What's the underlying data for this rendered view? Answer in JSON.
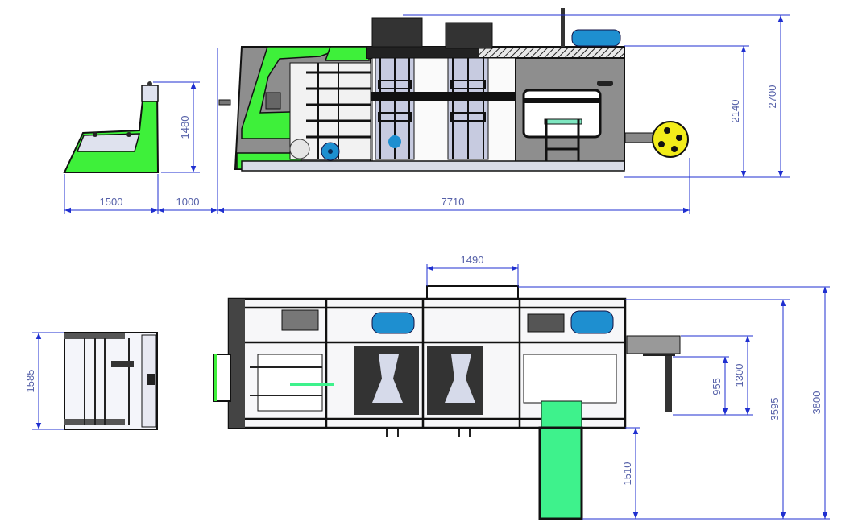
{
  "drawing": {
    "title": "Machine layout drawing - side elevation and top plan view",
    "colors": {
      "dimension_line": "#1f2fd0",
      "dimension_text": "#5560a8",
      "machine_green": "#3ef03a",
      "machine_gray": "#8e8e8e",
      "tank_blue": "#1e8fd0",
      "reel_yellow": "#f2ec1a",
      "conveyor_green": "#3ef28c",
      "frame_black": "#111111"
    },
    "side_view": {
      "dimensions": {
        "stacker_width": "1500",
        "gap": "1000",
        "machine_length": "7710",
        "stacker_height": "1480",
        "frame_height": "2140",
        "total_height": "2700"
      }
    },
    "top_view": {
      "dimensions": {
        "top_unit_width": "1490",
        "stacker_depth": "1585",
        "reel_arm_955": "955",
        "reel_arm_1300": "1300",
        "conveyor_length": "1510",
        "frame_depth": "3595",
        "total_depth": "3800"
      }
    }
  }
}
